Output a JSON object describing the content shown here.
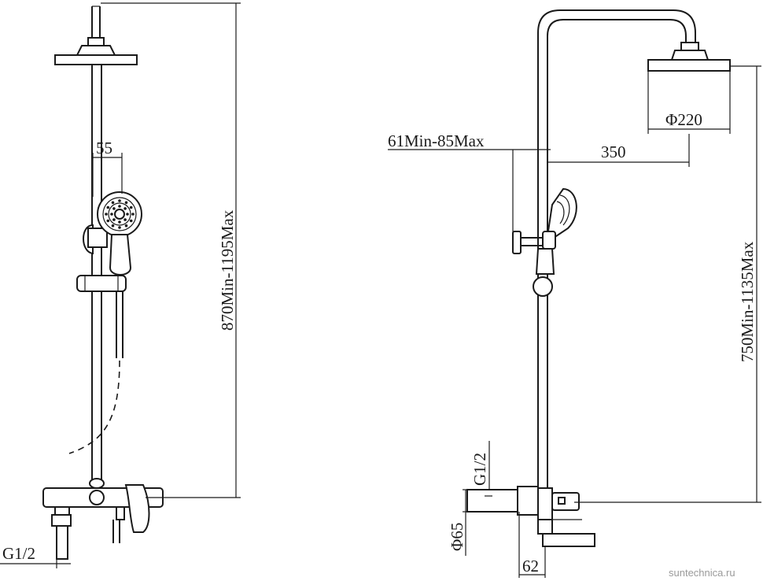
{
  "front_view": {
    "dim_bar_spacing": "55",
    "dim_height": "870Min-1195Max",
    "dim_inlet": "G1/2"
  },
  "side_view": {
    "dim_bracket": "61Min-85Max",
    "dim_reach": "350",
    "dim_head_diameter": "Φ220",
    "dim_height": "750Min-1135Max",
    "dim_inlet": "G1/2",
    "dim_mixer_diameter": "Φ65",
    "dim_spout": "62"
  },
  "watermark": "suntechnica.ru"
}
